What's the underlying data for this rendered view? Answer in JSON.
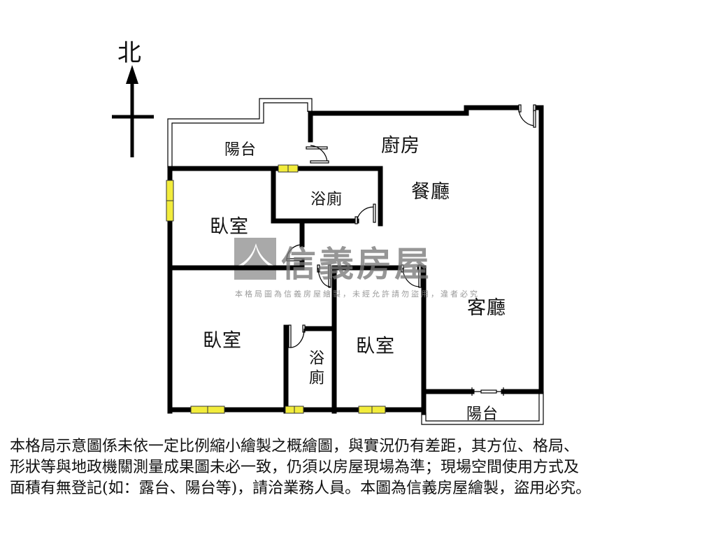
{
  "compass": {
    "north_label": "北"
  },
  "rooms": {
    "balcony_north": "陽台",
    "kitchen": "廚房",
    "dining": "餐廳",
    "bath_north": "浴廁",
    "bedroom_nw": "臥室",
    "living": "客廳",
    "bedroom_sw": "臥室",
    "bath_south": "浴廁",
    "bedroom_s": "臥室",
    "balcony_south": "陽台"
  },
  "watermark": {
    "brand": "信義房屋",
    "notice": "本格局圖為信義房屋繪製，未經允許請勿盜用，違者必究"
  },
  "disclaimer": {
    "lines": [
      "本格局示意圖係未依一定比例縮小繪製之概繪圖，與實況仍有差距，其方位、格局、",
      "形狀等與地政機關測量成果圖未必一致，仍須以房屋現場為準；現場空間使用方式及",
      "面積有無登記(如：露台、陽台等)，請洽業務人員。本圖為信義房屋繪製，盜用必究。"
    ]
  },
  "colors": {
    "wall": "#000000",
    "window": "#f2ec3c",
    "watermark": "#8a8a8a"
  }
}
